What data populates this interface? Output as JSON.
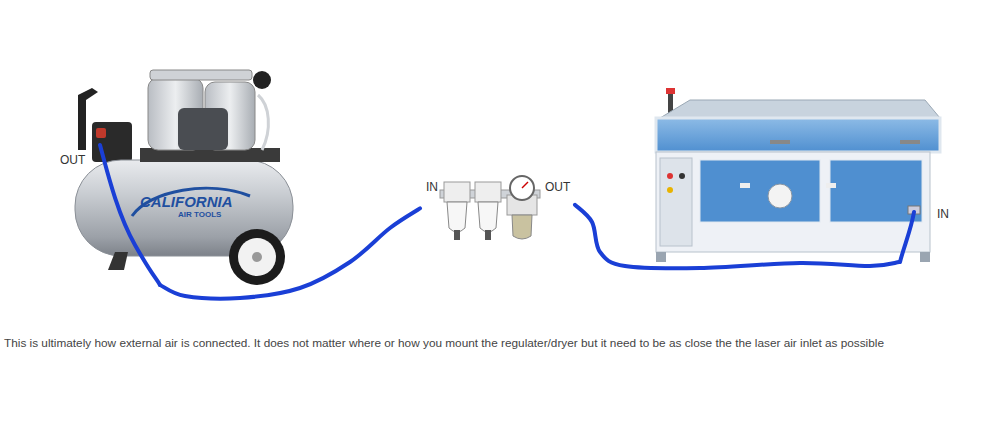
{
  "diagram": {
    "caption": "This is ultimately how external air is connected. It does not matter where or how you mount the regulater/dryer but it need to be as close the the laser air inlet as possible",
    "nodes": [
      {
        "text": [
          "OUT"
        ]
      },
      {
        "text": [
          "IN",
          "OUT"
        ]
      },
      {
        "text": [
          "IN"
        ]
      }
    ],
    "edges": [
      {
        "from": 0,
        "to": 1,
        "arrow": "none"
      },
      {
        "from": 1,
        "to": 2,
        "arrow": "none"
      }
    ],
    "labels": [
      "CALIFORNIA",
      "AIR TOOLS"
    ]
  }
}
